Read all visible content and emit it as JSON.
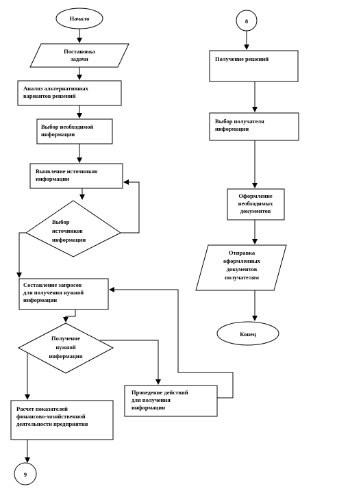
{
  "nodes": {
    "start": "Начало",
    "problem_statement": [
      "Постановка",
      "задачи"
    ],
    "analysis": [
      "Анализ альтернативных",
      "вариантов решений"
    ],
    "select_info": [
      "Выбор необходимой",
      "информации"
    ],
    "identify_sources": [
      "Выявление источников",
      "информации"
    ],
    "choose_sources": [
      "Выбор",
      "источников",
      "информации"
    ],
    "compose_requests": [
      "Составление запросов",
      "для получения нужной",
      "информации"
    ],
    "get_info": [
      "Получение",
      "нужной",
      "информации"
    ],
    "calc_indicators": [
      "Расчет показателей",
      "финансово-хозяйственной",
      "деятельности предприятия"
    ],
    "conduct_actions": [
      "Проведение действий",
      "для получения",
      "информации"
    ],
    "connector_9": "9",
    "connector_8": "8",
    "get_decisions": "Получение решений",
    "choose_recipient": [
      "Выбор получателя",
      "информации"
    ],
    "prepare_docs": [
      "Оформление",
      "необходимых",
      "документов"
    ],
    "send_docs": [
      "Отправка",
      "оформленных",
      "документов",
      "получателям"
    ],
    "end": "Конец"
  }
}
